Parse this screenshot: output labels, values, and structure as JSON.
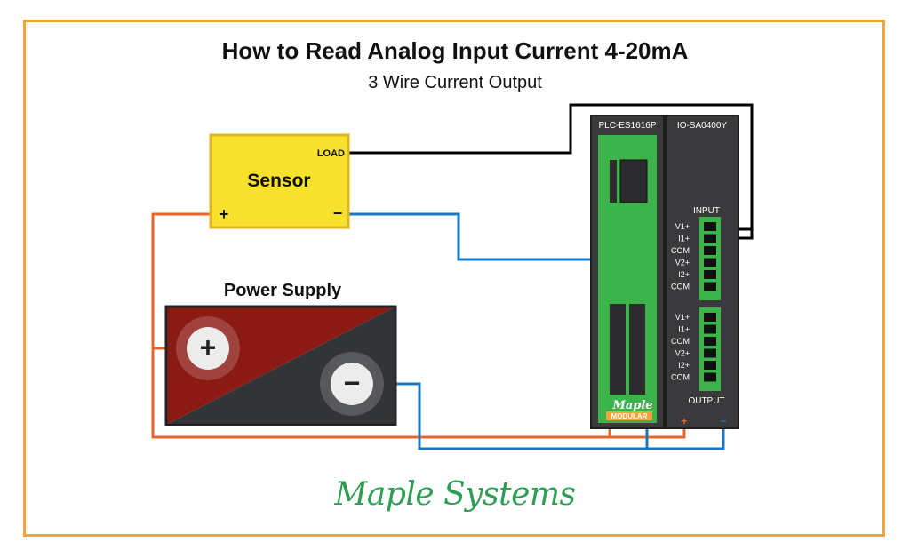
{
  "title": "How to Read Analog Input Current 4-20mA",
  "subtitle": "3 Wire Current Output",
  "sensor": {
    "label": "Sensor",
    "load": "LOAD",
    "plus": "+",
    "minus": "−"
  },
  "power_supply": {
    "label": "Power Supply",
    "plus": "+",
    "minus": "−"
  },
  "plc": {
    "model": "PLC-ES1616P",
    "logo_top": "Maple",
    "logo_bottom": "MODULAR"
  },
  "io_module": {
    "model": "IO-SA0400Y",
    "input_label": "INPUT",
    "input_pins": [
      "V1+",
      "I1+",
      "COM",
      "V2+",
      "I2+",
      "COM"
    ],
    "output_label": "OUTPUT",
    "output_pins": [
      "V1+",
      "I1+",
      "COM",
      "V2+",
      "I2+",
      "COM"
    ],
    "rail_plus": "+",
    "rail_minus": "−"
  },
  "brand": "Maple Systems",
  "colors": {
    "frame": "#f0a43b",
    "sensor": "#f7e12c",
    "wire_positive": "#e8642c",
    "wire_negative": "#1a78c2",
    "wire_load": "#000000",
    "plc_green": "#3cb44b",
    "module_dark": "#3a3a3c",
    "supply_red": "#8c1a14",
    "supply_dark": "#333436",
    "brand": "#2e9e54"
  }
}
